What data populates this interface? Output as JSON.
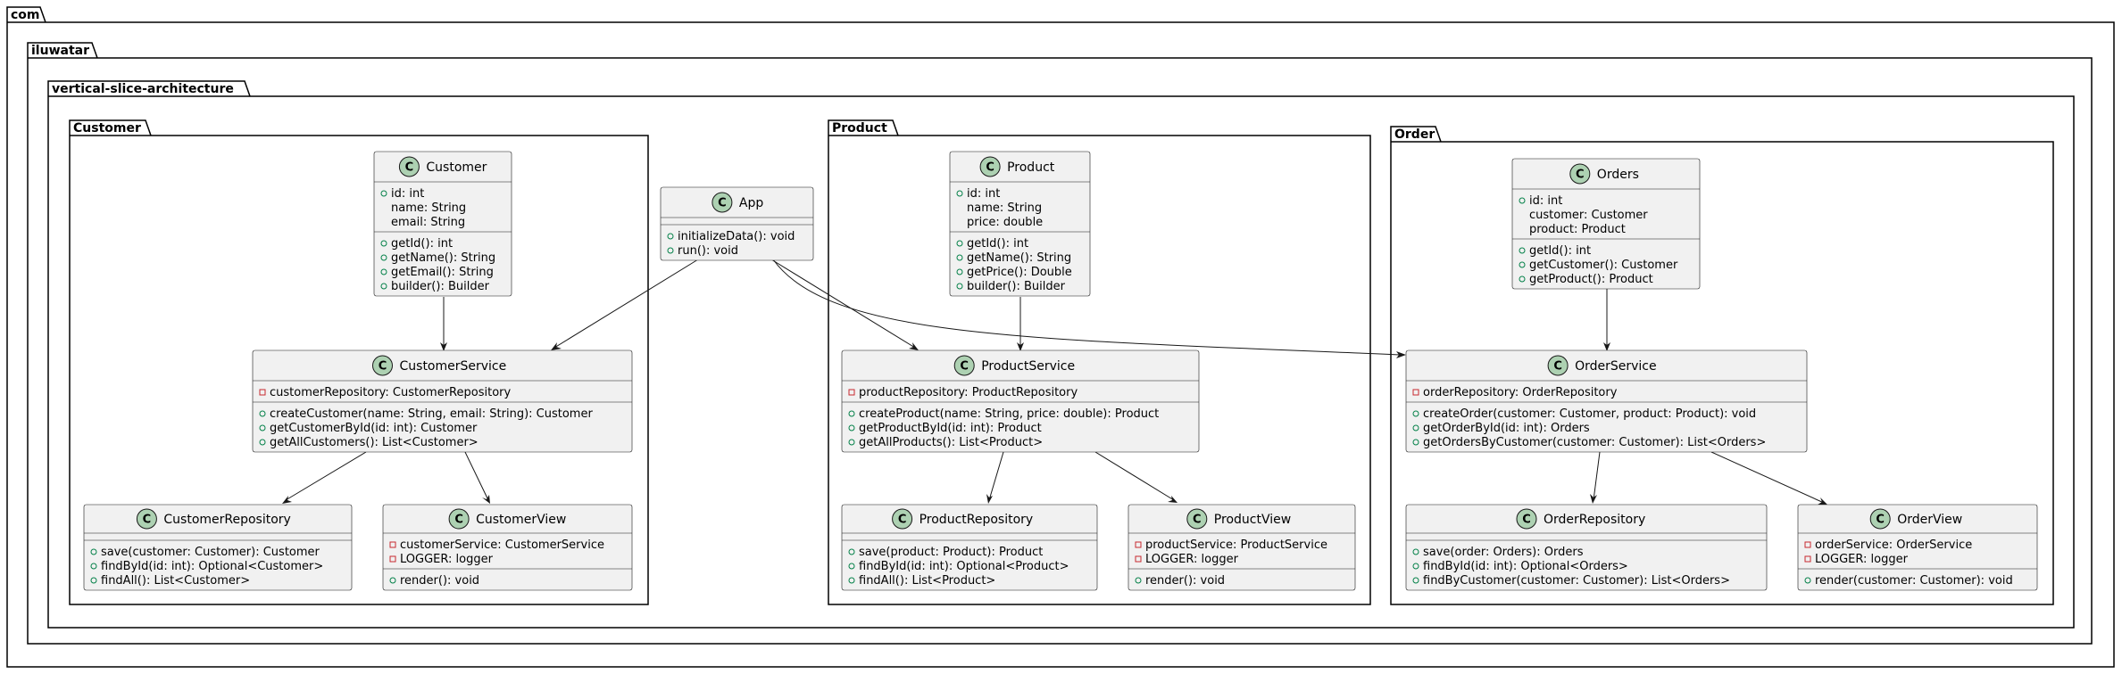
{
  "packages": {
    "com": "com",
    "iluwatar": "iluwatar",
    "vsa": "vertical-slice-architecture",
    "customer": "Customer",
    "product": "Product",
    "order": "Order"
  },
  "classes": {
    "customer": {
      "name": "Customer",
      "fields": [
        {
          "vis": "public",
          "text": "id: int"
        },
        {
          "vis": "none",
          "text": "name: String"
        },
        {
          "vis": "none",
          "text": "email: String"
        }
      ],
      "methods": [
        {
          "vis": "public",
          "text": "getId(): int"
        },
        {
          "vis": "public",
          "text": "getName(): String"
        },
        {
          "vis": "public",
          "text": "getEmail(): String"
        },
        {
          "vis": "public",
          "text": "builder(): Builder"
        }
      ]
    },
    "customer_service": {
      "name": "CustomerService",
      "fields": [
        {
          "vis": "private",
          "text": "customerRepository: CustomerRepository"
        }
      ],
      "methods": [
        {
          "vis": "public",
          "text": "createCustomer(name: String, email: String): Customer"
        },
        {
          "vis": "public",
          "text": "getCustomerById(id: int): Customer"
        },
        {
          "vis": "public",
          "text": "getAllCustomers(): List<Customer>"
        }
      ]
    },
    "customer_repository": {
      "name": "CustomerRepository",
      "fields": [],
      "methods": [
        {
          "vis": "public",
          "text": "save(customer: Customer): Customer"
        },
        {
          "vis": "public",
          "text": "findById(id: int): Optional<Customer>"
        },
        {
          "vis": "public",
          "text": "findAll(): List<Customer>"
        }
      ]
    },
    "customer_view": {
      "name": "CustomerView",
      "fields": [
        {
          "vis": "private",
          "text": "customerService: CustomerService"
        },
        {
          "vis": "private",
          "text": "LOGGER: logger"
        }
      ],
      "methods": [
        {
          "vis": "public",
          "text": "render(): void"
        }
      ]
    },
    "app": {
      "name": "App",
      "fields": [],
      "methods": [
        {
          "vis": "public",
          "text": "initializeData(): void"
        },
        {
          "vis": "public",
          "text": "run(): void"
        }
      ]
    },
    "product": {
      "name": "Product",
      "fields": [
        {
          "vis": "public",
          "text": "id: int"
        },
        {
          "vis": "none",
          "text": "name: String"
        },
        {
          "vis": "none",
          "text": "price: double"
        }
      ],
      "methods": [
        {
          "vis": "public",
          "text": "getId(): int"
        },
        {
          "vis": "public",
          "text": "getName(): String"
        },
        {
          "vis": "public",
          "text": "getPrice(): Double"
        },
        {
          "vis": "public",
          "text": "builder(): Builder"
        }
      ]
    },
    "product_service": {
      "name": "ProductService",
      "fields": [
        {
          "vis": "private",
          "text": "productRepository: ProductRepository"
        }
      ],
      "methods": [
        {
          "vis": "public",
          "text": "createProduct(name: String, price: double): Product"
        },
        {
          "vis": "public",
          "text": "getProductById(id: int): Product"
        },
        {
          "vis": "public",
          "text": "getAllProducts(): List<Product>"
        }
      ]
    },
    "product_repository": {
      "name": "ProductRepository",
      "fields": [],
      "methods": [
        {
          "vis": "public",
          "text": "save(product: Product): Product"
        },
        {
          "vis": "public",
          "text": "findById(id: int): Optional<Product>"
        },
        {
          "vis": "public",
          "text": "findAll(): List<Product>"
        }
      ]
    },
    "product_view": {
      "name": "ProductView",
      "fields": [
        {
          "vis": "private",
          "text": "productService: ProductService"
        },
        {
          "vis": "private",
          "text": "LOGGER: logger"
        }
      ],
      "methods": [
        {
          "vis": "public",
          "text": "render(): void"
        }
      ]
    },
    "orders": {
      "name": "Orders",
      "fields": [
        {
          "vis": "public",
          "text": "id: int"
        },
        {
          "vis": "none",
          "text": "customer: Customer"
        },
        {
          "vis": "none",
          "text": "product: Product"
        }
      ],
      "methods": [
        {
          "vis": "public",
          "text": "getId(): int"
        },
        {
          "vis": "public",
          "text": "getCustomer(): Customer"
        },
        {
          "vis": "public",
          "text": "getProduct(): Product"
        }
      ]
    },
    "order_service": {
      "name": "OrderService",
      "fields": [
        {
          "vis": "private",
          "text": "orderRepository: OrderRepository"
        }
      ],
      "methods": [
        {
          "vis": "public",
          "text": "createOrder(customer: Customer, product: Product): void"
        },
        {
          "vis": "public",
          "text": "getOrderById(id: int): Orders"
        },
        {
          "vis": "public",
          "text": "getOrdersByCustomer(customer: Customer): List<Orders>"
        }
      ]
    },
    "order_repository": {
      "name": "OrderRepository",
      "fields": [],
      "methods": [
        {
          "vis": "public",
          "text": "save(order: Orders): Orders"
        },
        {
          "vis": "public",
          "text": "findById(id: int): Optional<Orders>"
        },
        {
          "vis": "public",
          "text": "findByCustomer(customer: Customer): List<Orders>"
        }
      ]
    },
    "order_view": {
      "name": "OrderView",
      "fields": [
        {
          "vis": "private",
          "text": "orderService: OrderService"
        },
        {
          "vis": "private",
          "text": "LOGGER: logger"
        }
      ],
      "methods": [
        {
          "vis": "public",
          "text": "render(customer: Customer): void"
        }
      ]
    }
  },
  "relations": [
    {
      "from": "Customer",
      "to": "CustomerService"
    },
    {
      "from": "CustomerService",
      "to": "CustomerRepository"
    },
    {
      "from": "CustomerService",
      "to": "CustomerView"
    },
    {
      "from": "App",
      "to": "CustomerService"
    },
    {
      "from": "App",
      "to": "ProductService"
    },
    {
      "from": "App",
      "to": "OrderService"
    },
    {
      "from": "Product",
      "to": "ProductService"
    },
    {
      "from": "ProductService",
      "to": "ProductRepository"
    },
    {
      "from": "ProductService",
      "to": "ProductView"
    },
    {
      "from": "Orders",
      "to": "OrderService"
    },
    {
      "from": "OrderService",
      "to": "OrderRepository"
    },
    {
      "from": "OrderService",
      "to": "OrderView"
    }
  ],
  "colors": {
    "class_fill": "#f1f1f1",
    "class_icon": "#add1b2",
    "public_marker": "#038048",
    "private_marker": "#c82930",
    "line": "#181818"
  }
}
